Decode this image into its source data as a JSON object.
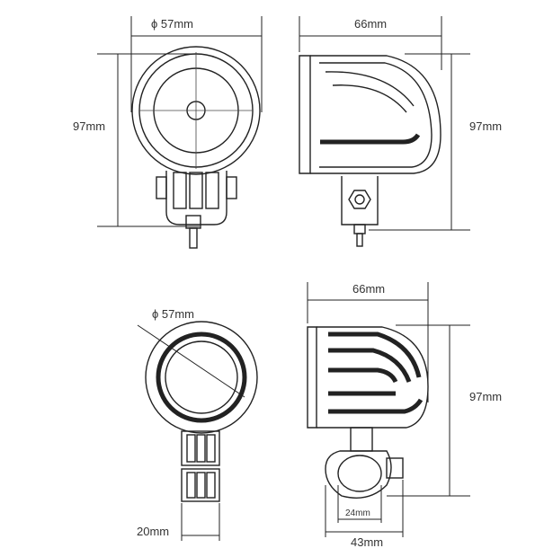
{
  "diagram": {
    "labels": {
      "front_top_width": "ϕ 57mm",
      "front_top_height": "97mm",
      "side_top_width": "66mm",
      "side_top_height": "97mm",
      "front_bottom_diameter": "ϕ 57mm",
      "clamp_width": "20mm",
      "side_bottom_width": "66mm",
      "side_bottom_height": "97mm",
      "clamp_inner": "24mm",
      "clamp_outer": "43mm"
    },
    "colors": {
      "line": "#222222",
      "text": "#333333",
      "background": "#ffffff"
    }
  }
}
